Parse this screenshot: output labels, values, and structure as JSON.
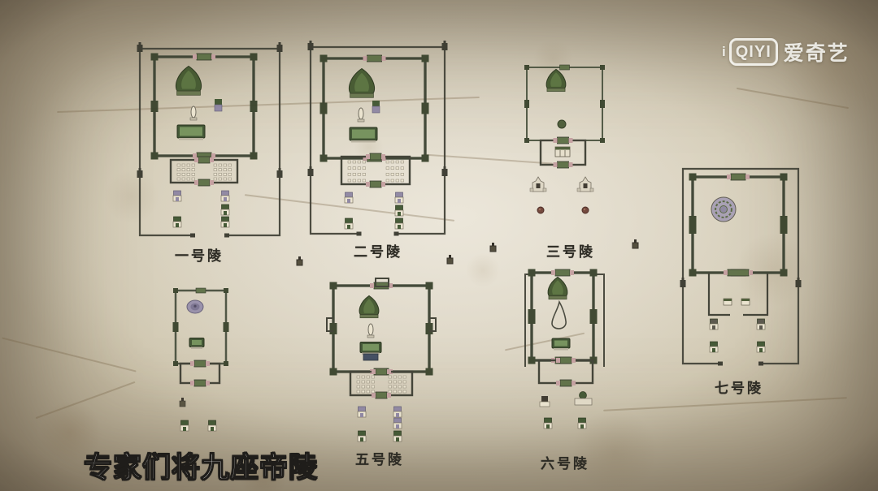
{
  "frame": {
    "kind_label": "tomb site plans on aged parchment"
  },
  "brand": {
    "logo_i": "i",
    "logo_box": "QIYI",
    "brand_cjk": "爱奇艺",
    "logo_icon": "iqiyi-logo"
  },
  "subtitle": {
    "text": "专家们将九座帝陵"
  },
  "tombs": [
    {
      "id": "tomb-1",
      "label": "一号陵"
    },
    {
      "id": "tomb-2",
      "label": "二号陵"
    },
    {
      "id": "tomb-3",
      "label": "三号陵"
    },
    {
      "id": "tomb-4",
      "label": ""
    },
    {
      "id": "tomb-5",
      "label": "五号陵"
    },
    {
      "id": "tomb-6",
      "label": "六号陵"
    },
    {
      "id": "tomb-7",
      "label": "七号陵"
    }
  ],
  "glyph_legend": {
    "mound-icon": "burial mound (green dome / purple lotus / round tumulus)",
    "stele-icon": "stone stele",
    "altar-icon": "offering platform",
    "que-tower-icon": "paired gate towers",
    "red-dot-icon": "round marker",
    "column-base-icon": "hall column bases"
  },
  "colors": {
    "parchment": "#cdc4ac",
    "wall": "#45453a",
    "compound_green": "#3f5531",
    "mound_green": "#42572e",
    "mound_purple": "#978fab",
    "red_dot": "#6f4237",
    "subtitle_text": "#ffffff",
    "label_text": "#2e2c25",
    "watermark": "#fcfcf8"
  }
}
